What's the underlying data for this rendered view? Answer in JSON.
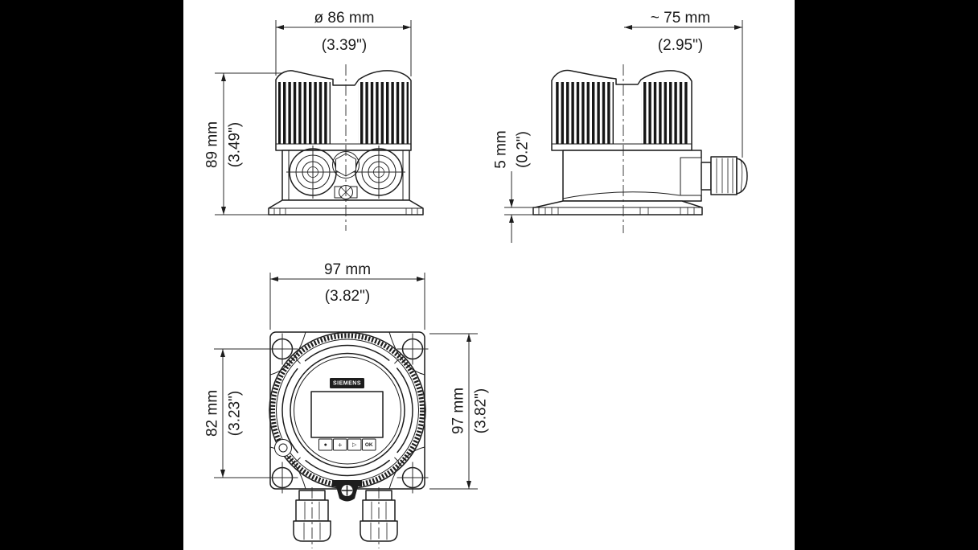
{
  "canvas": {
    "background": "#000000",
    "sheet_color": "#ffffff",
    "line_color": "#1d1d1d"
  },
  "drawing": {
    "title": "Field device enclosure dimensional drawing",
    "views": {
      "front": {
        "width_mm": "ø 86 mm",
        "width_in": "(3.39\")",
        "height_mm": "89 mm",
        "height_in": "(3.49\")"
      },
      "side": {
        "width_mm": "~ 75 mm",
        "width_in": "(2.95\")",
        "base_mm": "5 mm",
        "base_in": "(0.2\")"
      },
      "face": {
        "width_mm": "97 mm",
        "width_in": "(3.82\")",
        "hole_spacing_mm": "82 mm",
        "hole_spacing_in": "(3.23\")",
        "height_mm": "97 mm",
        "height_in": "(3.82\")",
        "brand_label": "SIEMENS",
        "keys": {
          "key1": "●",
          "key2": "+",
          "key3": "▷",
          "key4": "OK"
        }
      }
    }
  }
}
